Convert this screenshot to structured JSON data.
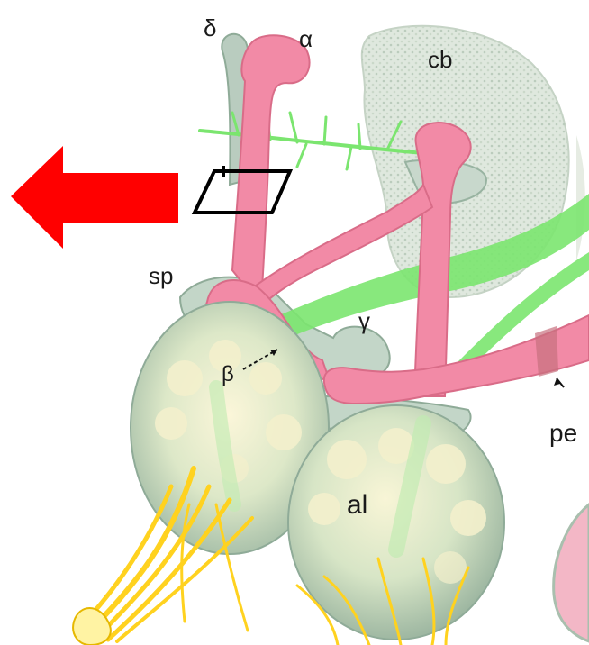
{
  "labels": {
    "delta": "δ",
    "alpha": "α",
    "cb": "cb",
    "sp": "sp",
    "gamma": "γ",
    "beta": "β",
    "pe": "pe",
    "al": "al"
  },
  "annotations": {
    "arrow": {
      "direction": "left"
    },
    "box": {
      "shape": "parallelogram"
    }
  },
  "colors": {
    "lobe_pink": "#f28aa6",
    "lobe_pink_dark": "#d96c88",
    "tract_green": "#7be56f",
    "calyx_fill": "#dfe8cf",
    "calyx_edge": "#a8bfae",
    "bulb_fill": "#d9e6c4",
    "bulb_shadow": "#a9c2ad",
    "fibre_yellow": "#ffd21f",
    "arrow_red": "#ff0000",
    "box_black": "#000000"
  }
}
